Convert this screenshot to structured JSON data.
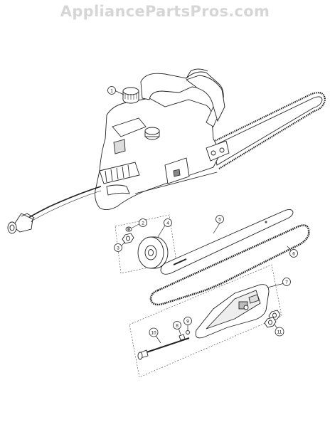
{
  "watermark": "AppliancePartsPros.com",
  "callouts": [
    {
      "id": "1",
      "name": "callout-1"
    },
    {
      "id": "2",
      "name": "callout-2"
    },
    {
      "id": "3",
      "name": "callout-3"
    },
    {
      "id": "4",
      "name": "callout-4"
    },
    {
      "id": "5",
      "name": "callout-5"
    },
    {
      "id": "6",
      "name": "callout-6"
    },
    {
      "id": "7",
      "name": "callout-7"
    },
    {
      "id": "8",
      "name": "callout-8"
    },
    {
      "id": "9",
      "name": "callout-9"
    },
    {
      "id": "10",
      "name": "callout-10"
    },
    {
      "id": "11",
      "name": "callout-11"
    }
  ],
  "colors": {
    "line": "#222222",
    "watermark": "#d6d6d6",
    "shade": "#9a9a9a"
  }
}
